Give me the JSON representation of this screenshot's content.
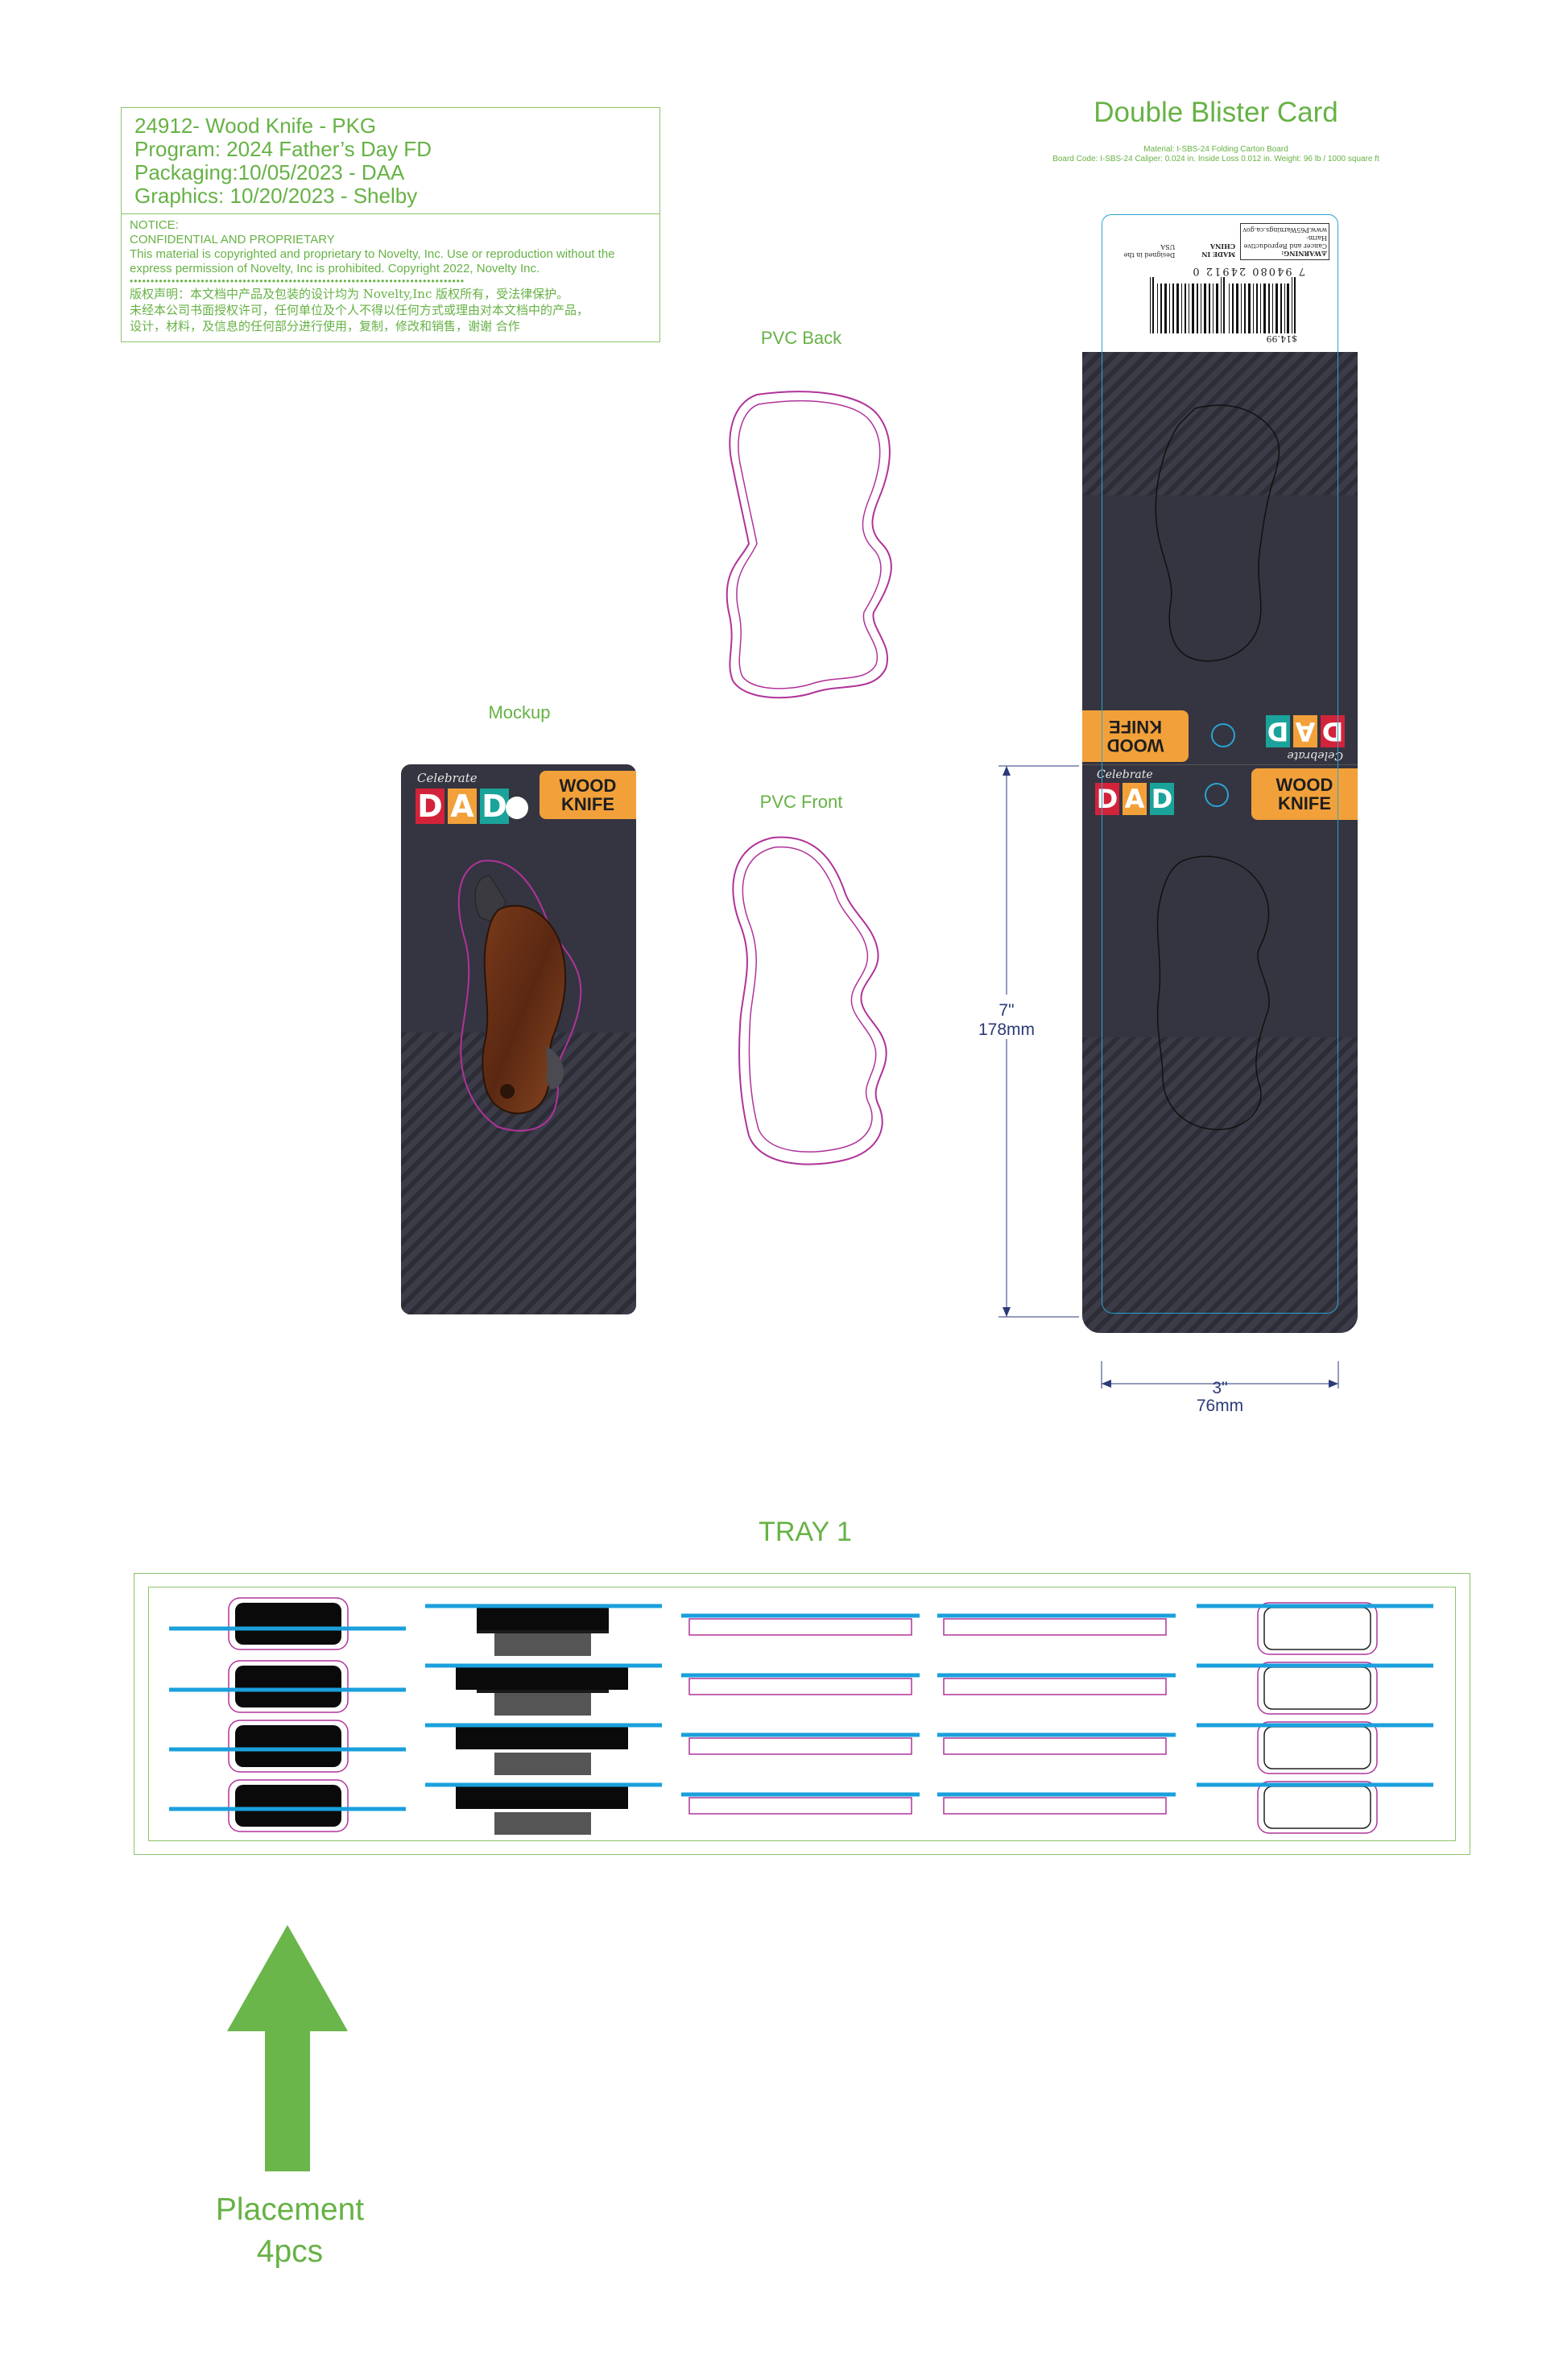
{
  "info": {
    "line1": "24912- Wood Knife - PKG",
    "line2": "Program: 2024 Father’s Day FD",
    "line3": "Packaging:10/05/2023 - DAA",
    "line4": "Graphics: 10/20/2023 - Shelby",
    "notice_title": "NOTICE:",
    "notice_sub": "CONFIDENTIAL AND PROPRIETARY",
    "notice_body": "This material is copyrighted and proprietary to Novelty, Inc. Use or reproduction without the express permission of Novelty, Inc is prohibited. Copyright 2022, Novelty Inc.",
    "notice_cn1": "版权声明：本文档中产品及包装的设计均为 Novelty,Inc 版权所有，受法律保护。",
    "notice_cn2": "未经本公司书面授权许可，任何单位及个人不得以任何方式或理由对本文档中的产品，",
    "notice_cn3": "设计，材料，及信息的任何部分进行使用，复制，修改和销售，谢谢 合作"
  },
  "double_blister": {
    "title": "Double Blister Card",
    "material_line1": "Material: I-SBS-24 Folding Carton Board",
    "material_line2": "Board Code: I-SBS-24  Caliper: 0.024 in.  Inside Loss 0.012 in.  Weight: 96 lb / 1000 square ft"
  },
  "labels": {
    "pvc_back": "PVC Back",
    "pvc_front": "PVC Front",
    "mockup": "Mockup"
  },
  "card": {
    "celebrate": "Celebrate",
    "dad_letters": [
      "D",
      "A",
      "D"
    ],
    "dad_colors": [
      "#d3233a",
      "#f2a13a",
      "#1aa39a"
    ],
    "product_line1": "WOOD",
    "product_line2": "KNIFE"
  },
  "barcode": {
    "price": "$14.99",
    "digits": "7  94080 24912  0",
    "warning_title": "⚠WARNING:",
    "warning_line1": "Cancer and Reproductive Harm-",
    "warning_line2": "www.P65Warnings.ca.gov",
    "made_in": "MADE IN CHINA",
    "designed": "Designed in the USA"
  },
  "dimensions": {
    "height_in": "7\"",
    "height_mm": "178mm",
    "width_in": "3\"",
    "width_mm": "76mm"
  },
  "tray": {
    "title": "TRAY 1"
  },
  "placement": {
    "line1": "Placement",
    "line2": "4pcs"
  },
  "colors": {
    "green_text": "#66b245",
    "card_dark": "#343540",
    "orange": "#f2a13a",
    "dieline_magenta": "#b0339a",
    "dieline_blue": "#2aa3d4",
    "dimension_navy": "#2b3a78",
    "arrow_green": "#6ab64a"
  }
}
